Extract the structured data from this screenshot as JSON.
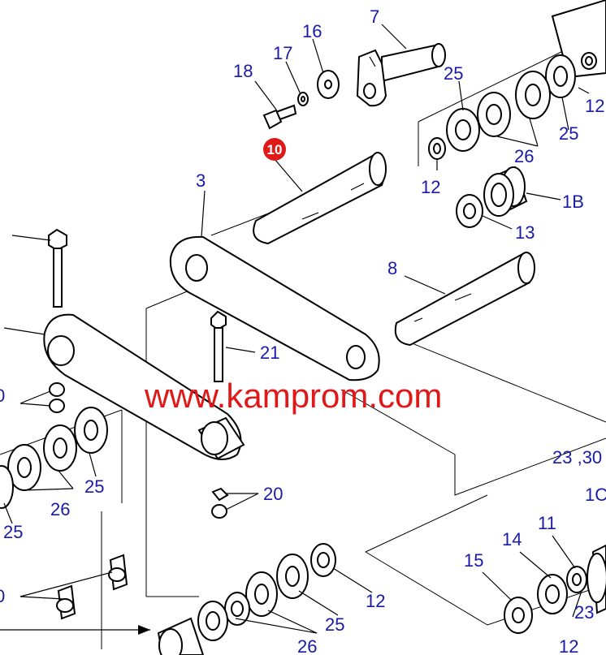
{
  "labels": {
    "l7": "7",
    "l16": "16",
    "l17": "17",
    "l18": "18",
    "l25a": "25",
    "l12a": "12",
    "l26a": "26",
    "l25b": "25",
    "l12b": "12",
    "l1b": "1B",
    "l13": "13",
    "l10": "10",
    "l3": "3",
    "l8": "8",
    "l21": "21",
    "l0a": "0",
    "l25c": "25",
    "l26b": "26",
    "l25d": "25",
    "l20a": "20",
    "l2330": "23 ,30",
    "l1c": "1C",
    "l11": "11",
    "l14": "14",
    "l15": "15",
    "l23": "23",
    "l12c": "12",
    "l25e": "25",
    "l26c": "26",
    "l12d": "12",
    "l0b": "0"
  },
  "watermark": "www.kamprom.com",
  "colors": {
    "label": "#1a1aa8",
    "watermark": "#e01818",
    "badge": "#e01818"
  }
}
